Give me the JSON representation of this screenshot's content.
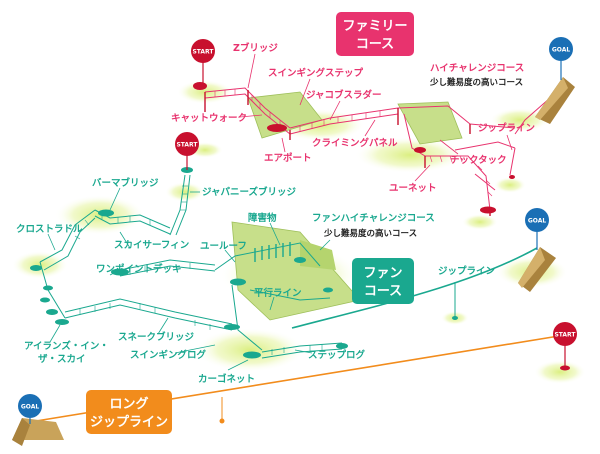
{
  "colors": {
    "family": "#e8336e",
    "fun": "#1aa88f",
    "long": "#f28c1c",
    "start_pin": "#c8102e",
    "goal_pin": "#1a6fb5",
    "platform": "#c7df8a",
    "ramp": "#c9a35a"
  },
  "banners": {
    "family": [
      "ファミリー",
      "コース"
    ],
    "fun": [
      "ファン",
      "コース"
    ],
    "long": [
      "ロング",
      "ジップライン"
    ]
  },
  "pins": {
    "start": "START",
    "goal": "GOAL"
  },
  "family_labels": [
    "Zブリッジ",
    "スインギングステップ",
    "ジャコブスラダー",
    "キャットウォーク",
    "クライミングパネル",
    "エアポート",
    "チックタック",
    "ユーネット",
    "ジップライン",
    "ハイチャレンジコース"
  ],
  "family_note": "少し難易度の高いコース",
  "fun_labels": [
    "バーマブリッジ",
    "ジャパニーズブリッジ",
    "クロストラドル",
    "スカイサーフィン",
    "障害物",
    "ファンハイチャレンジコース",
    "ユールーフ",
    "ワンポイントデッキ",
    "ジップライン",
    "平行ライン",
    "アイランズ・イン・",
    "ザ・スカイ",
    "スネークブリッジ",
    "スインギングログ",
    "ステップログ",
    "カーゴネット"
  ],
  "fun_note": "少し難易度の高いコース"
}
